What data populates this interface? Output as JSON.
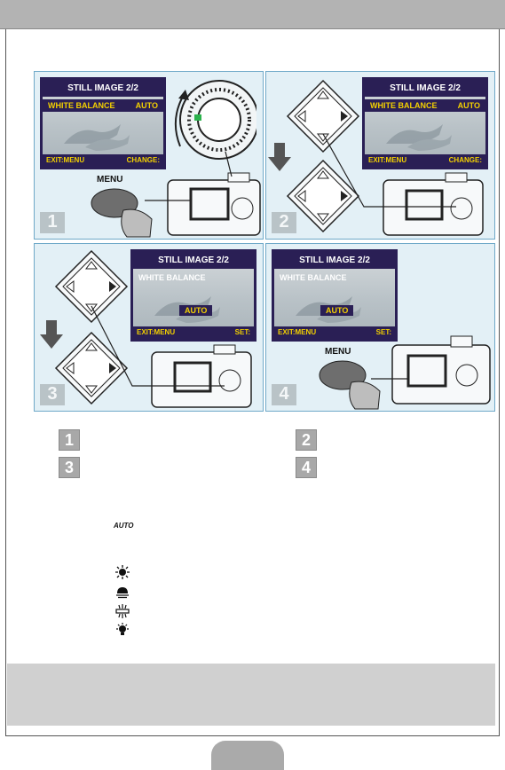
{
  "panels": [
    {
      "step": "1",
      "screen": {
        "title": "STILL IMAGE 2/2",
        "row_label": "WHITE BALANCE",
        "row_value": "AUTO",
        "footer_left": "EXIT:MENU",
        "footer_right": "CHANGE:"
      },
      "button_label": "MENU"
    },
    {
      "step": "2",
      "screen": {
        "title": "STILL IMAGE 2/2",
        "row_label": "WHITE BALANCE",
        "row_value": "AUTO",
        "footer_left": "EXIT:MENU",
        "footer_right": "CHANGE:"
      }
    },
    {
      "step": "3",
      "screen": {
        "title": "STILL IMAGE 2/2",
        "row_label": "WHITE BALANCE",
        "option": "AUTO",
        "footer_left": "EXIT:MENU",
        "footer_right": "SET:"
      }
    },
    {
      "step": "4",
      "screen": {
        "title": "STILL IMAGE 2/2",
        "row_label": "WHITE BALANCE",
        "option": "AUTO",
        "footer_left": "EXIT:MENU",
        "footer_right": "SET:"
      },
      "button_label": "MENU"
    }
  ],
  "step_list": [
    "1",
    "2",
    "3",
    "4"
  ],
  "white_balance_icons": {
    "auto": "AUTO",
    "icons": [
      "sun-icon",
      "cloud-icon",
      "fluorescent-icon",
      "incandescent-icon"
    ]
  },
  "colors": {
    "lcd_background": "#2a1f55",
    "lcd_highlight": "#f3d000",
    "panel_background": "#e3f0f6",
    "header": "#b3b3b3"
  }
}
